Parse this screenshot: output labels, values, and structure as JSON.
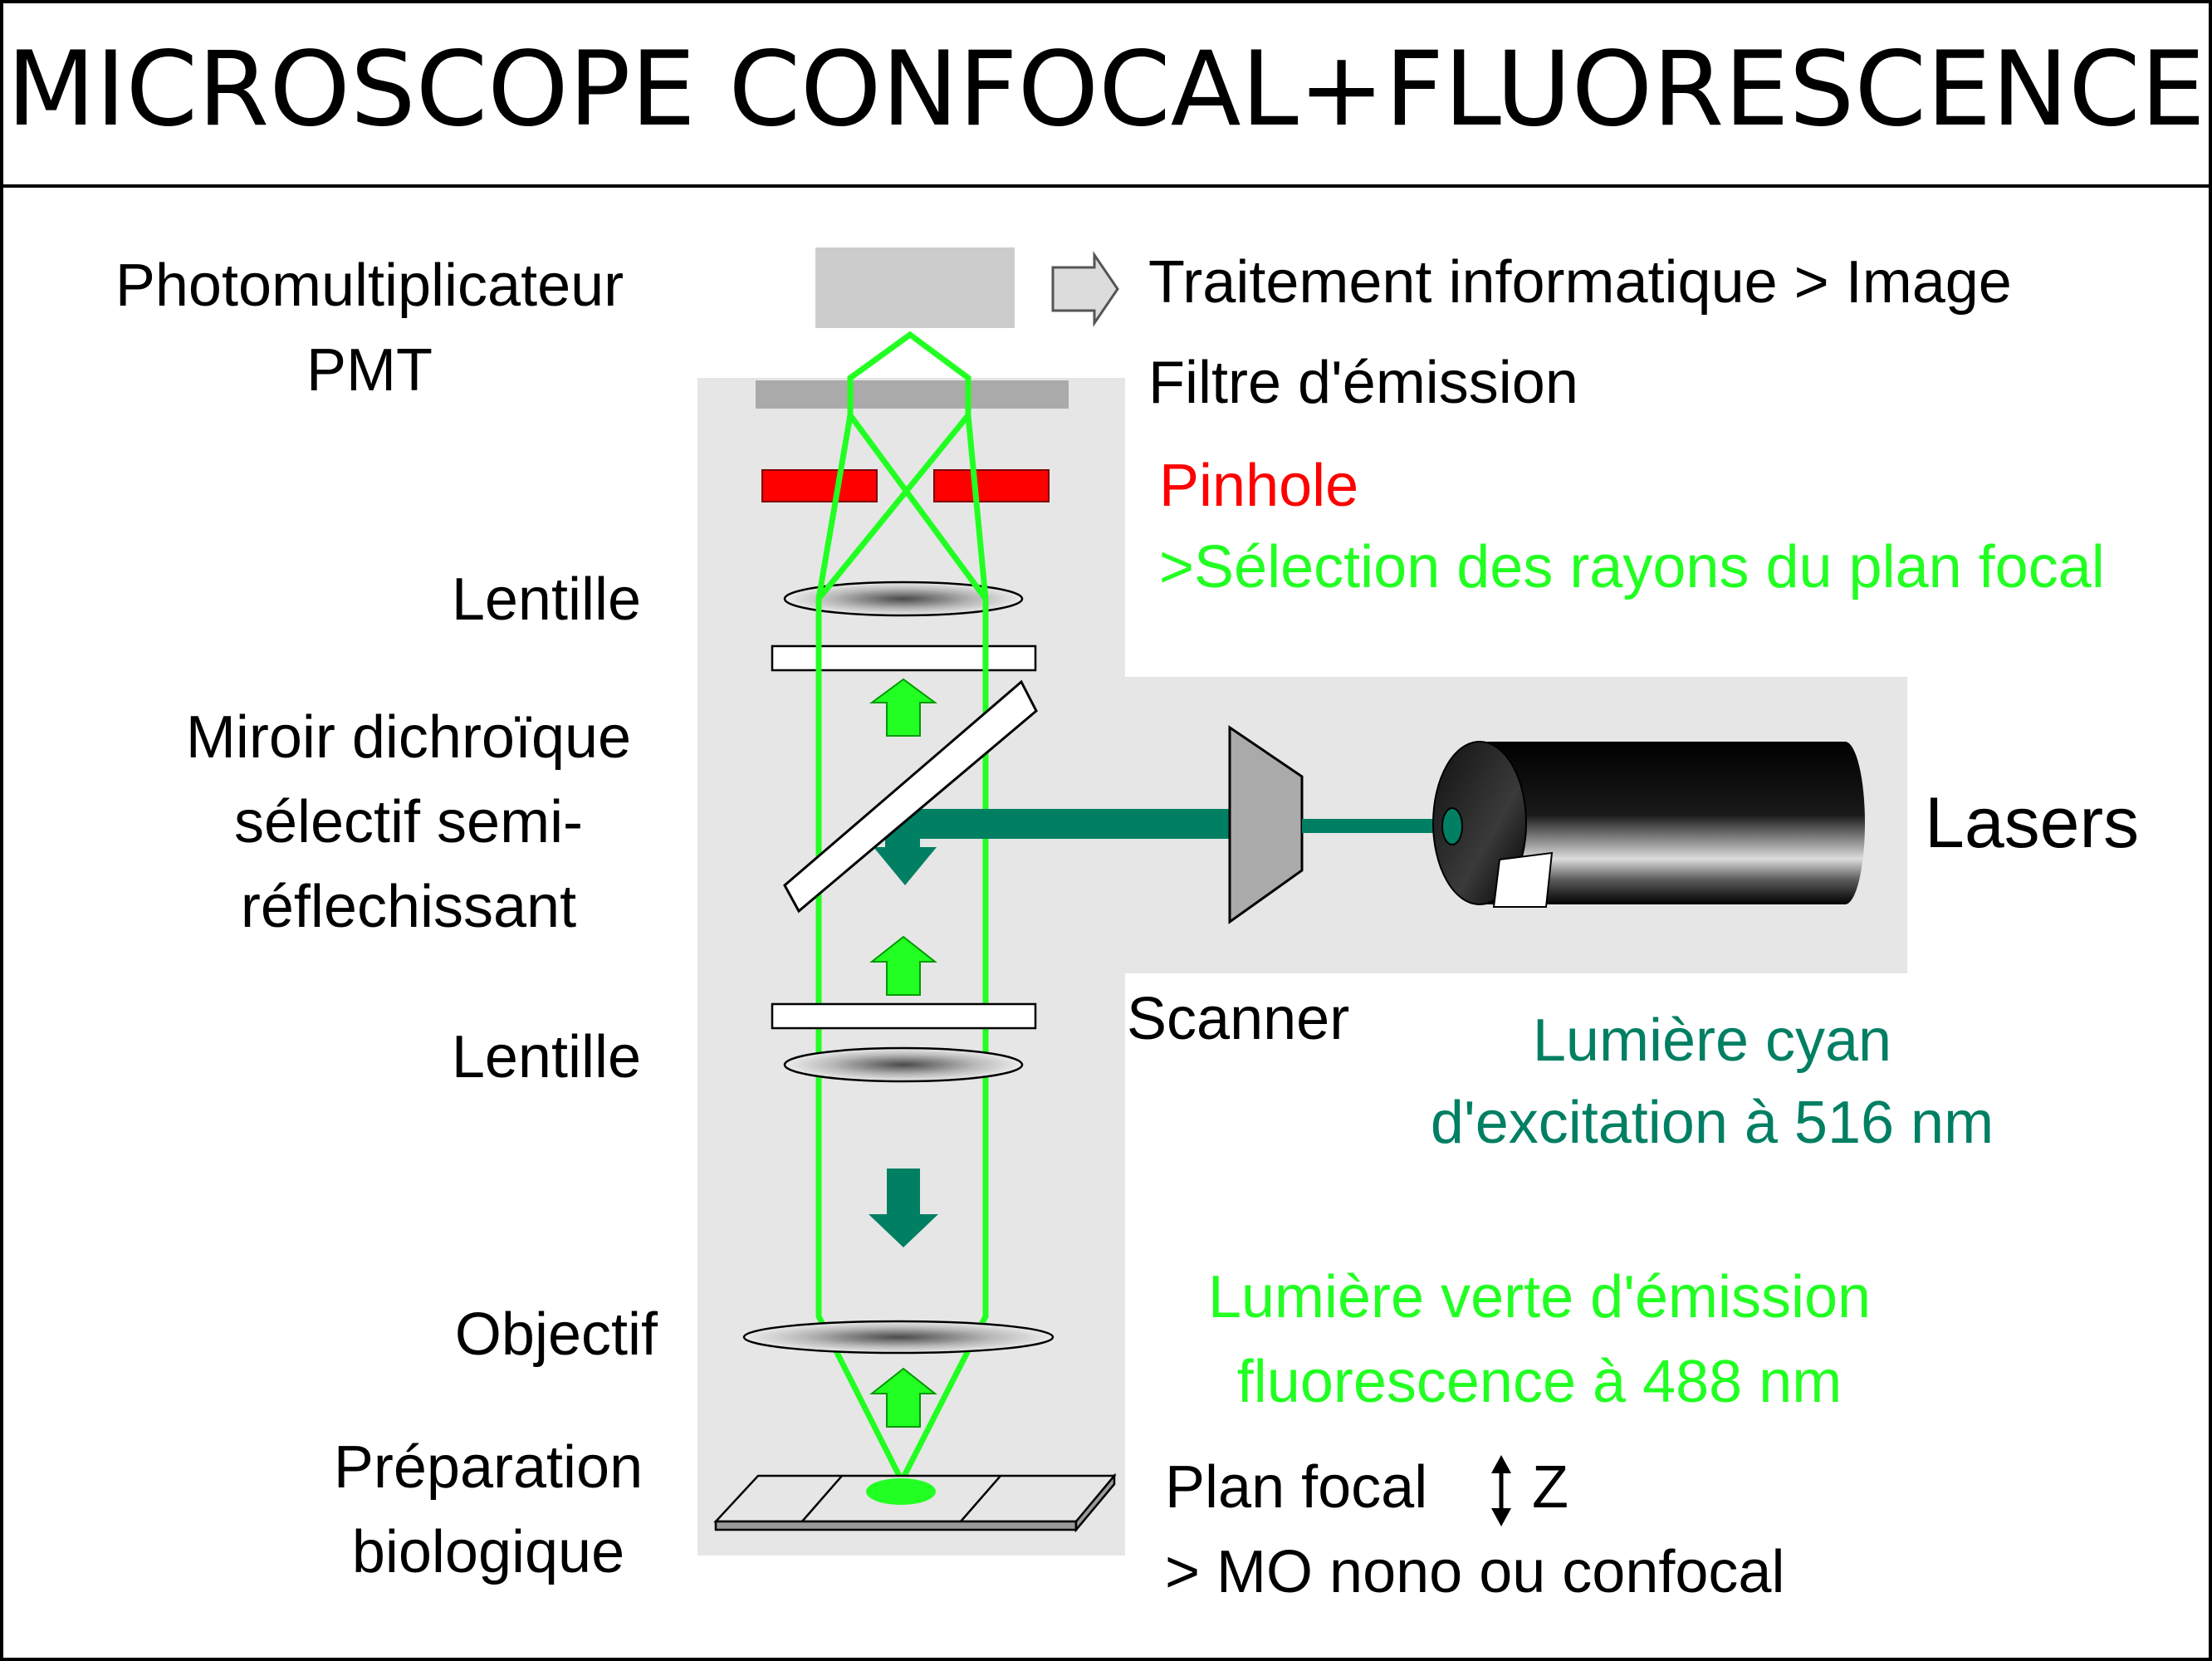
{
  "title": "MICROSCOPE CONFOCAL+FLUORESCENCE",
  "left_labels": {
    "pmt_line1": "Photomultiplicateur",
    "pmt_line2": "PMT",
    "lentille_top": "Lentille",
    "miroir_line1": "Miroir dichroïque",
    "miroir_line2": "sélectif semi-",
    "miroir_line3": "réflechissant",
    "lentille_bottom": "Lentille",
    "objectif": "Objectif",
    "preparation_line1": "Préparation",
    "preparation_line2": "biologique"
  },
  "right_labels": {
    "traitement": "Traitement informatique > Image",
    "filtre": "Filtre d'émission",
    "pinhole": "Pinhole",
    "selection": ">Sélection des rayons du plan focal",
    "lasers": "Lasers",
    "scanner": "Scanner",
    "excitation_line1": "Lumière cyan",
    "excitation_line2": "d'excitation à 516 nm",
    "emission_line1": "Lumière verte d'émission",
    "emission_line2": "fluorescence à 488 nm",
    "plan_focal": "Plan focal",
    "z_axis": "Z",
    "mo": "> MO nono ou confocal"
  },
  "colors": {
    "emission_green": "#22ff22",
    "excitation_teal": "#007f63",
    "pinhole_red": "#ff0000",
    "label_black": "#000000",
    "panel_gray": "#e6e6e6"
  }
}
